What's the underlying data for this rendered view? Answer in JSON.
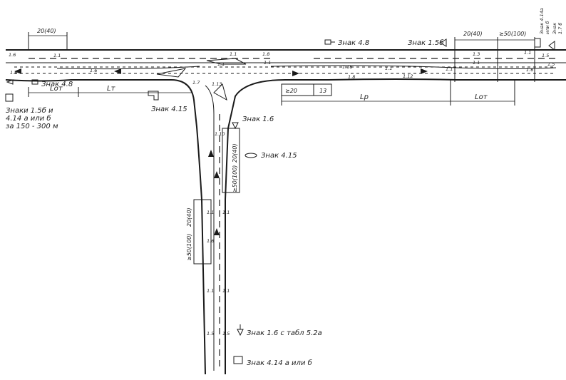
{
  "main_road": {
    "top_dim": "20(40)",
    "lane_codes": {
      "top_left": "1.6",
      "top_a": "1.1",
      "top_b": "1.1",
      "top_c": "1.8",
      "top_d": "1.1",
      "mid_a": "1.3",
      "mid_b": "1.1",
      "lower_a": "1.6",
      "lower_b": "1.8",
      "lower_c": "1.1",
      "right_a": "1.5",
      "right_b": "1.1",
      "right_c": "1.5",
      "right_d": "1.6",
      "right_e": "1.6",
      "island_a": "1.16",
      "island_b": "1.12",
      "island_c": "1.7",
      "center_a": "1.1",
      "center_b": "1.1"
    },
    "dimensions": {
      "right_top_a": "20(40)",
      "right_top_b": "≥50(100)",
      "l_ot_left": "Lот",
      "l_t": "Lт",
      "l_p": "Lр",
      "l_ot_right": "Lот",
      "box_a": "≥20",
      "box_b": "13"
    }
  },
  "side_road": {
    "lane_codes": {
      "a": "1.13",
      "b": "1.10",
      "c": "1.1",
      "d": "1.6",
      "e": "1.1",
      "f": "1.1",
      "g": "1.5",
      "h": "1.5",
      "i": "1.1"
    },
    "dimensions": {
      "upper_a": "20(40)",
      "upper_b": "≥50(100)",
      "lower_a": "20(40)",
      "lower_b": "≥50(100)"
    }
  },
  "signs": {
    "sign_48_top": "Знак 4.8",
    "sign_48_left": "Знак 4.8",
    "sign_15b": "Знак 1.5б",
    "sign_415_left": "Знак 4.15",
    "sign_16": "Знак 1.6",
    "sign_415_right": "Знак 4.15",
    "sign_16_tabl": "Знак 1.6 с табл 5.2а",
    "sign_414": "Знак 4.14 а или б",
    "sign_right_vertical_a": "Знак 4.14а",
    "sign_right_vertical_b": "или б",
    "sign_right_vertical_c": "Знак",
    "sign_right_vertical_d": "1.7 б",
    "left_note_1": "Знаки 1.5б и",
    "left_note_2": "4.14 а или б",
    "left_note_3": "за 150 - 300 м"
  }
}
